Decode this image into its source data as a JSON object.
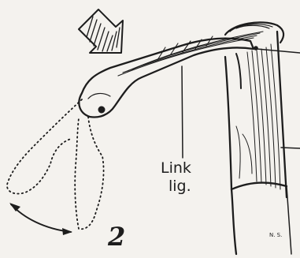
{
  "labels": {
    "line1": "Link",
    "line2": "lig."
  },
  "figure_number": "2",
  "signature": "N. S.",
  "ink_color": "#1d1d1d",
  "paper_color": "#f4f2ee"
}
